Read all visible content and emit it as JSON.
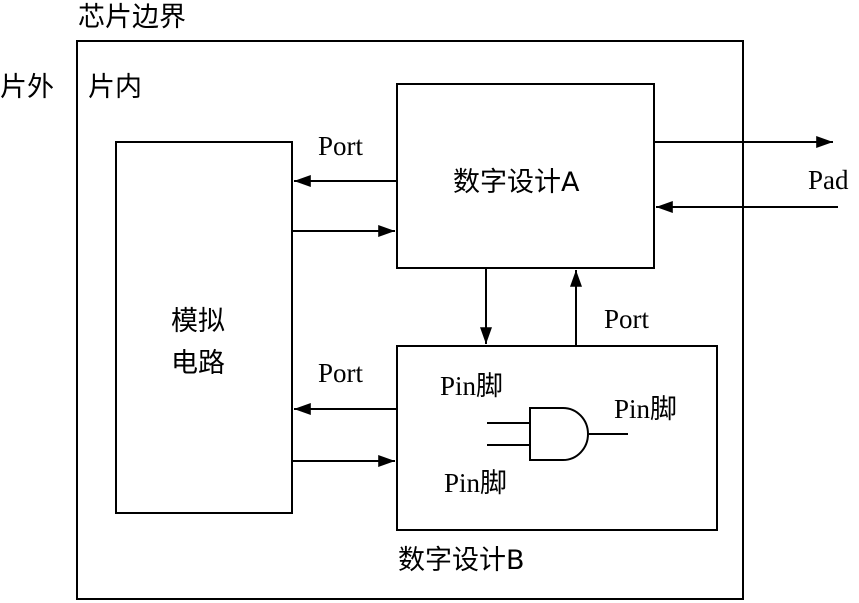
{
  "labels": {
    "chip_boundary": "芯片边界",
    "off_chip": "片外",
    "on_chip": "片内",
    "analog_line1": "模拟",
    "analog_line2": "电路",
    "digital_a": "数字设计A",
    "digital_b": "数字设计B",
    "port_a_left": "Port",
    "port_b_left": "Port",
    "port_b_up": "Port",
    "pad": "Pad",
    "pin_in_top": "Pin脚",
    "pin_in_bottom": "Pin脚",
    "pin_out": "Pin脚"
  },
  "colors": {
    "stroke": "#000000",
    "background": "#ffffff"
  }
}
